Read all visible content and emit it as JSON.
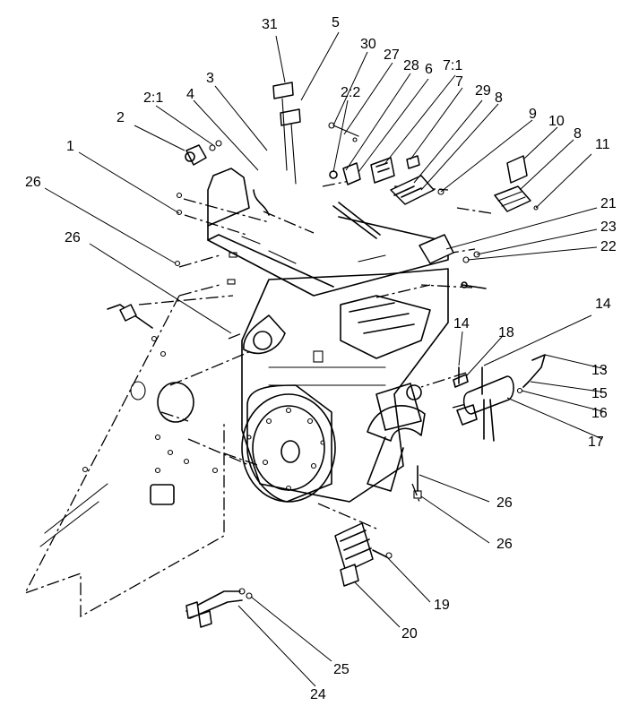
{
  "callouts": {
    "c31": "31",
    "c5": "5",
    "c30": "30",
    "c27": "27",
    "c28": "28",
    "c6": "6",
    "c71": "7:1",
    "c7": "7",
    "c29": "29",
    "c8a": "8",
    "c9": "9",
    "c10": "10",
    "c8b": "8",
    "c11": "11",
    "c3": "3",
    "c21": "2:1",
    "c22b": "2:2",
    "c4": "4",
    "c2": "2",
    "c1": "1",
    "c26a": "26",
    "c26b": "26",
    "c21b": "21",
    "c23": "23",
    "c22": "22",
    "c14a": "14",
    "c14b": "14",
    "c18": "18",
    "c13": "13",
    "c15": "15",
    "c16": "16",
    "c17": "17",
    "c26c": "26",
    "c26d": "26",
    "c19": "19",
    "c20": "20",
    "c25": "25",
    "c24": "24"
  }
}
